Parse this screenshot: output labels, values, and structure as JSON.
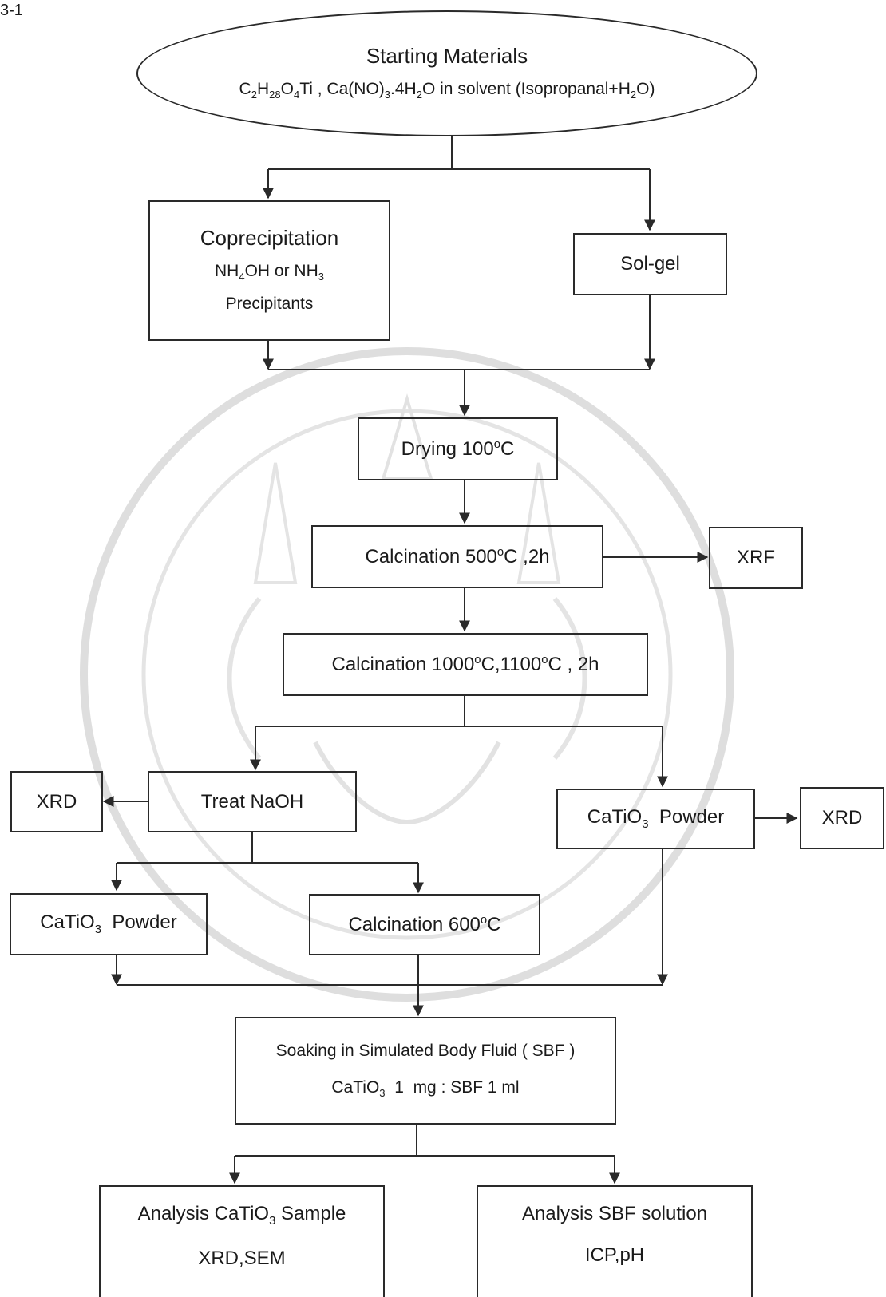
{
  "page": {
    "corner_label": "3-1"
  },
  "nodes": {
    "start": {
      "title": "Starting Materials",
      "formula_parts": [
        "C",
        "2",
        "H",
        "28",
        "O",
        "4",
        "Ti , Ca(NO)",
        "3",
        ".4H",
        "2",
        "O in solvent (Isopropanal+H",
        "2",
        "O)"
      ]
    },
    "coprecipitation": {
      "title": "Coprecipitation",
      "reagent_parts": [
        "NH",
        "4",
        "OH or NH",
        "3"
      ],
      "note": "Precipitants"
    },
    "solgel": {
      "label": "Sol-gel"
    },
    "drying": {
      "label": "Drying 100",
      "deg": "o",
      "unit": "C"
    },
    "calc500": {
      "label": "Calcination 500",
      "deg": "o",
      "unit": "C ,2h"
    },
    "xrf": {
      "label": "XRF"
    },
    "calc1000": {
      "a": "Calcination 1000",
      "deg1": "o",
      "b": "C,1100",
      "deg2": "o",
      "c": "C , 2h"
    },
    "xrd_left": {
      "label": "XRD"
    },
    "treat": {
      "label": "Treat NaOH"
    },
    "powder_right": {
      "pre": "CaTiO",
      "sub": "3",
      "post": "  Powder"
    },
    "xrd_right": {
      "label": "XRD"
    },
    "powder_left": {
      "pre": "CaTiO",
      "sub": "3",
      "post": "  Powder"
    },
    "calc600": {
      "label": "Calcination 600",
      "deg": "o",
      "unit": "C"
    },
    "soaking": {
      "line1": "Soaking in Simulated Body Fluid ( SBF )",
      "l2_pre": "CaTiO",
      "l2_sub": "3",
      "l2_post": "  1  mg : SBF 1 ml"
    },
    "analysis_sample": {
      "l1_pre": "Analysis CaTiO",
      "l1_sub": "3",
      "l1_post": " Sample",
      "line2": "XRD,SEM"
    },
    "analysis_sbf": {
      "line1": "Analysis SBF solution",
      "line2": "ICP,pH"
    }
  },
  "colors": {
    "line": "#2a2a2a",
    "seal": "#dcdcdc"
  }
}
